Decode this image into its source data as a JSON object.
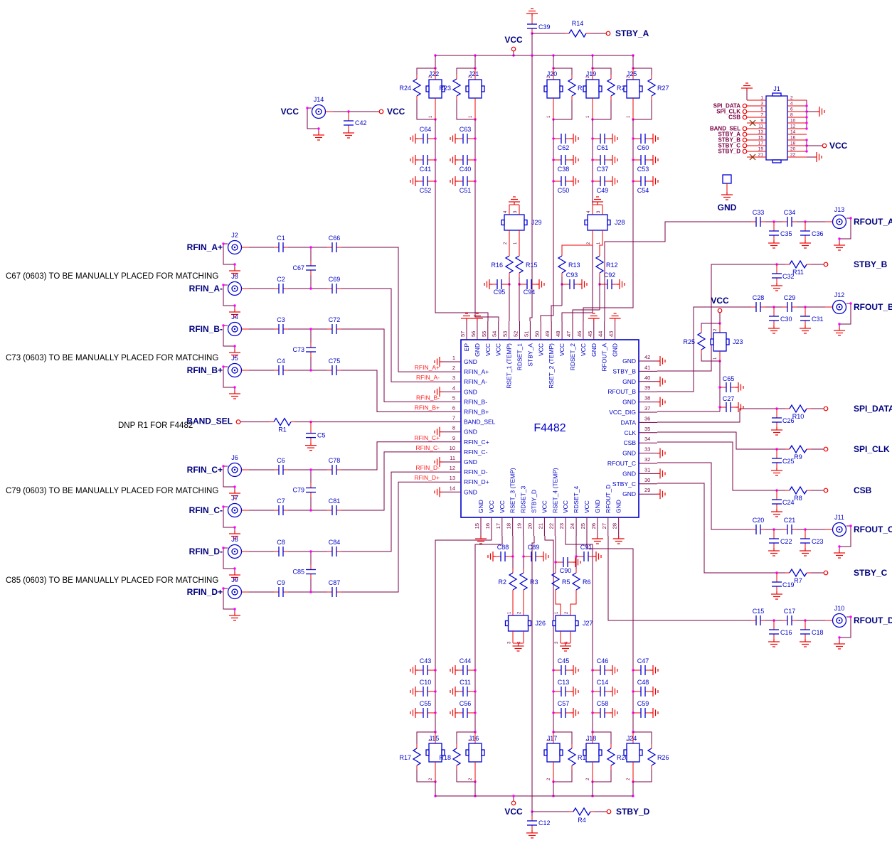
{
  "title": {
    "part": "F4482"
  },
  "colors": {
    "wire": "#7A0045",
    "lead": "#EE0000",
    "component": "#0000D2",
    "junction": "#FF00FF",
    "net_label": "#FF2020",
    "terminal_label": "#00007E",
    "note": "#000000"
  },
  "notes": [
    {
      "text": "C67 (0603) TO BE MANUALLY PLACED FOR MATCHING"
    },
    {
      "text": "C73 (0603) TO BE MANUALLY PLACED FOR MATCHING"
    },
    {
      "text": "DNP R1 FOR F4482"
    },
    {
      "text": "C79 (0603) TO BE MANUALLY PLACED FOR MATCHING"
    },
    {
      "text": "C85 (0603) TO BE MANUALLY PLACED FOR MATCHING"
    }
  ],
  "ic": {
    "left_pins": [
      [
        "1",
        "GND"
      ],
      [
        "2",
        "RFIN_A+"
      ],
      [
        "3",
        "RFIN_A-"
      ],
      [
        "4",
        "GND"
      ],
      [
        "5",
        "RFIN_B-"
      ],
      [
        "6",
        "RFIN_B+"
      ],
      [
        "7",
        "BAND_SEL"
      ],
      [
        "8",
        "GND"
      ],
      [
        "9",
        "RFIN_C+"
      ],
      [
        "10",
        "RFIN_C-"
      ],
      [
        "11",
        "GND"
      ],
      [
        "12",
        "RFIN_D-"
      ],
      [
        "13",
        "RFIN_D+"
      ],
      [
        "14",
        "GND"
      ]
    ],
    "top_pins": [
      [
        "57",
        "EP"
      ],
      [
        "56",
        "GND"
      ],
      [
        "55",
        "VCC"
      ],
      [
        "54",
        "VCC"
      ],
      [
        "53",
        "RSET_1 (TEMP)"
      ],
      [
        "52",
        "RDSET_1"
      ],
      [
        "51",
        "STBY_A"
      ],
      [
        "50",
        "VCC"
      ],
      [
        "49",
        "RSET_2 (TEMP)"
      ],
      [
        "48",
        "VCC"
      ],
      [
        "47",
        "RDSET_2"
      ],
      [
        "46",
        "VCC"
      ],
      [
        "45",
        "GND"
      ],
      [
        "44",
        "RFOUT_A"
      ],
      [
        "43",
        "GND"
      ]
    ],
    "right_pins": [
      [
        "42",
        "GND"
      ],
      [
        "41",
        "STBY_B"
      ],
      [
        "40",
        "GND"
      ],
      [
        "39",
        "RFOUT_B"
      ],
      [
        "38",
        "GND"
      ],
      [
        "37",
        "VCC_DIG"
      ],
      [
        "36",
        "DATA"
      ],
      [
        "35",
        "CLK"
      ],
      [
        "34",
        "CSB"
      ],
      [
        "33",
        "GND"
      ],
      [
        "32",
        "RFOUT_C"
      ],
      [
        "31",
        "GND"
      ],
      [
        "30",
        "STBY_C"
      ],
      [
        "29",
        "GND"
      ]
    ],
    "bottom_pins": [
      [
        "15",
        "GND"
      ],
      [
        "16",
        "VCC"
      ],
      [
        "17",
        "VCC"
      ],
      [
        "18",
        "RSET_3 (TEMP)"
      ],
      [
        "19",
        "RDSET_3"
      ],
      [
        "20",
        "STBY_D"
      ],
      [
        "21",
        "VCC"
      ],
      [
        "22",
        "RSET_4 (TEMP)"
      ],
      [
        "23",
        "VCC"
      ],
      [
        "24",
        "RDSET_4"
      ],
      [
        "25",
        "VCC"
      ],
      [
        "26",
        "GND"
      ],
      [
        "27",
        "RFOUT_D"
      ],
      [
        "28",
        "GND"
      ]
    ]
  },
  "rf_inputs": [
    {
      "net": "RFIN_A+",
      "conn": "J2",
      "c1": "C1",
      "c2": "C66"
    },
    {
      "net": "RFIN_A-",
      "conn": "J3",
      "c1": "C2",
      "c2": "C69"
    },
    {
      "net": "RFIN_B-",
      "conn": "J4",
      "c1": "C3",
      "c2": "C72"
    },
    {
      "net": "RFIN_B+",
      "conn": "J5",
      "c1": "C4",
      "c2": "C75"
    },
    {
      "net": "RFIN_C+",
      "conn": "J6",
      "c1": "C6",
      "c2": "C78"
    },
    {
      "net": "RFIN_C-",
      "conn": "J7",
      "c1": "C7",
      "c2": "C81"
    },
    {
      "net": "RFIN_D-",
      "conn": "J8",
      "c1": "C8",
      "c2": "C84"
    },
    {
      "net": "RFIN_D+",
      "conn": "J9",
      "c1": "C9",
      "c2": "C87"
    }
  ],
  "input_pair_caps": [
    "C67",
    "C73",
    "C79",
    "C85"
  ],
  "band_sel": {
    "net": "BAND_SEL",
    "res": "R1",
    "cap": "C5"
  },
  "vcc_in": {
    "label": "VCC",
    "conn": "J14",
    "cap": "C42",
    "term": "VCC"
  },
  "top": {
    "cap": "C39",
    "res": "R14",
    "term": "STBY_A",
    "vcc": "VCC",
    "columns": [
      {
        "j": "J22",
        "r": "R24",
        "caps": [
          "C64",
          "C41",
          "C52"
        ],
        "side": "left"
      },
      {
        "j": "J21",
        "r": "R23",
        "caps": [
          "C63",
          "C40",
          "C51"
        ],
        "side": "left"
      },
      {
        "j": "J20",
        "r": "R22",
        "caps": [
          "C62",
          "C38",
          "C50"
        ],
        "side": "right"
      },
      {
        "j": "J19",
        "r": "R21",
        "caps": [
          "C61",
          "C37",
          "C49"
        ],
        "side": "right"
      },
      {
        "j": "J25",
        "r": "R27",
        "caps": [
          "C60",
          "C53",
          "C54"
        ],
        "side": "right"
      }
    ],
    "mid": [
      {
        "j": "J29",
        "legs": [
          {
            "r": "R16",
            "c": "C95",
            "gnd": "left",
            "lab": "below"
          },
          {
            "r": "R15",
            "c": "C94",
            "gnd": "right",
            "lab": "below"
          }
        ]
      },
      {
        "j": "J28",
        "legs": [
          {
            "r": "R13",
            "c": "C93",
            "gnd": "right",
            "lab": "above"
          },
          {
            "r": "R12",
            "c": "C92",
            "gnd": "right",
            "lab": "above"
          }
        ]
      }
    ]
  },
  "bottom": {
    "cap": "C12",
    "res": "R4",
    "term": "STBY_D",
    "vcc": "VCC",
    "columns": [
      {
        "j": "J15",
        "r": "R17",
        "caps": [
          "C43",
          "C10",
          "C55"
        ],
        "side": "left"
      },
      {
        "j": "J16",
        "r": "R18",
        "caps": [
          "C44",
          "C11",
          "C56"
        ],
        "side": "left"
      },
      {
        "j": "J17",
        "r": "R19",
        "caps": [
          "C45",
          "C13",
          "C57"
        ],
        "side": "right"
      },
      {
        "j": "J18",
        "r": "R20",
        "caps": [
          "C46",
          "C14",
          "C58"
        ],
        "side": "right"
      },
      {
        "j": "J24",
        "r": "R26",
        "caps": [
          "C47",
          "C48",
          "C59"
        ],
        "side": "right"
      }
    ],
    "mid": [
      {
        "j": "J26",
        "legs": [
          {
            "r": "R2",
            "c": "C88",
            "gnd": "left",
            "lab": "above"
          },
          {
            "r": "R3",
            "c": "C89",
            "gnd": "right",
            "lab": "above"
          }
        ]
      },
      {
        "j": "J27",
        "legs": [
          {
            "r": "R5",
            "c": "C90",
            "gnd": "right",
            "lab": "below"
          },
          {
            "r": "R6",
            "c": "C91",
            "gnd": "right",
            "lab": "above"
          }
        ]
      }
    ]
  },
  "rf_outputs": [
    {
      "net": "RFOUT_A",
      "conn": "J13",
      "s1": "C33",
      "s2": "C34",
      "sh1": "C35",
      "sh2": "C36"
    },
    {
      "net": "RFOUT_B",
      "conn": "J12",
      "s1": "C28",
      "s2": "C29",
      "sh1": "C30",
      "sh2": "C31"
    },
    {
      "net": "RFOUT_C",
      "conn": "J11",
      "s1": "C20",
      "s2": "C21",
      "sh1": "C22",
      "sh2": "C23"
    },
    {
      "net": "RFOUT_D",
      "conn": "J10",
      "s1": "C15",
      "s2": "C17",
      "sh1": "C16",
      "sh2": "C18"
    }
  ],
  "ctrl_rows": [
    {
      "net": "STBY_B",
      "res": "R11",
      "cap": "C32"
    },
    {
      "net": "SPI_DATA",
      "res": "R10",
      "cap": "C26"
    },
    {
      "net": "SPI_CLK",
      "res": "R9",
      "cap": "C25"
    },
    {
      "net": "CSB",
      "res": "R8",
      "cap": "C24"
    },
    {
      "net": "STBY_C",
      "res": "R7",
      "cap": "C19"
    }
  ],
  "vcc_dig": {
    "vcc": "VCC",
    "j": "J23",
    "r": "R25",
    "caps": [
      "C65",
      "C27"
    ]
  },
  "j1": {
    "ref": "J1",
    "vcc": "VCC",
    "rows": [
      {
        "left_pin": "1",
        "right_pin": "2"
      },
      {
        "left_pin": "3",
        "right_pin": "4",
        "left_label": "SPI_DATA"
      },
      {
        "left_pin": "5",
        "right_pin": "6",
        "left_label": "SPI_CLK"
      },
      {
        "left_pin": "7",
        "right_pin": "8",
        "left_label": "CSB"
      },
      {
        "left_pin": "9",
        "right_pin": "10",
        "nc": true
      },
      {
        "left_pin": "11",
        "right_pin": "12",
        "left_label": "BAND_SEL"
      },
      {
        "left_pin": "13",
        "right_pin": "14",
        "left_label": "STBY_A"
      },
      {
        "left_pin": "15",
        "right_pin": "16",
        "left_label": "STBY_B"
      },
      {
        "left_pin": "17",
        "right_pin": "18",
        "left_label": "STBY_C"
      },
      {
        "left_pin": "19",
        "right_pin": "20",
        "left_label": "STBY_D"
      },
      {
        "left_pin": "21",
        "right_pin": "22",
        "nc": true
      }
    ]
  },
  "gnd_tp": {
    "label": "GND"
  },
  "pin_markers": [
    "1",
    "2",
    "3",
    "4"
  ]
}
